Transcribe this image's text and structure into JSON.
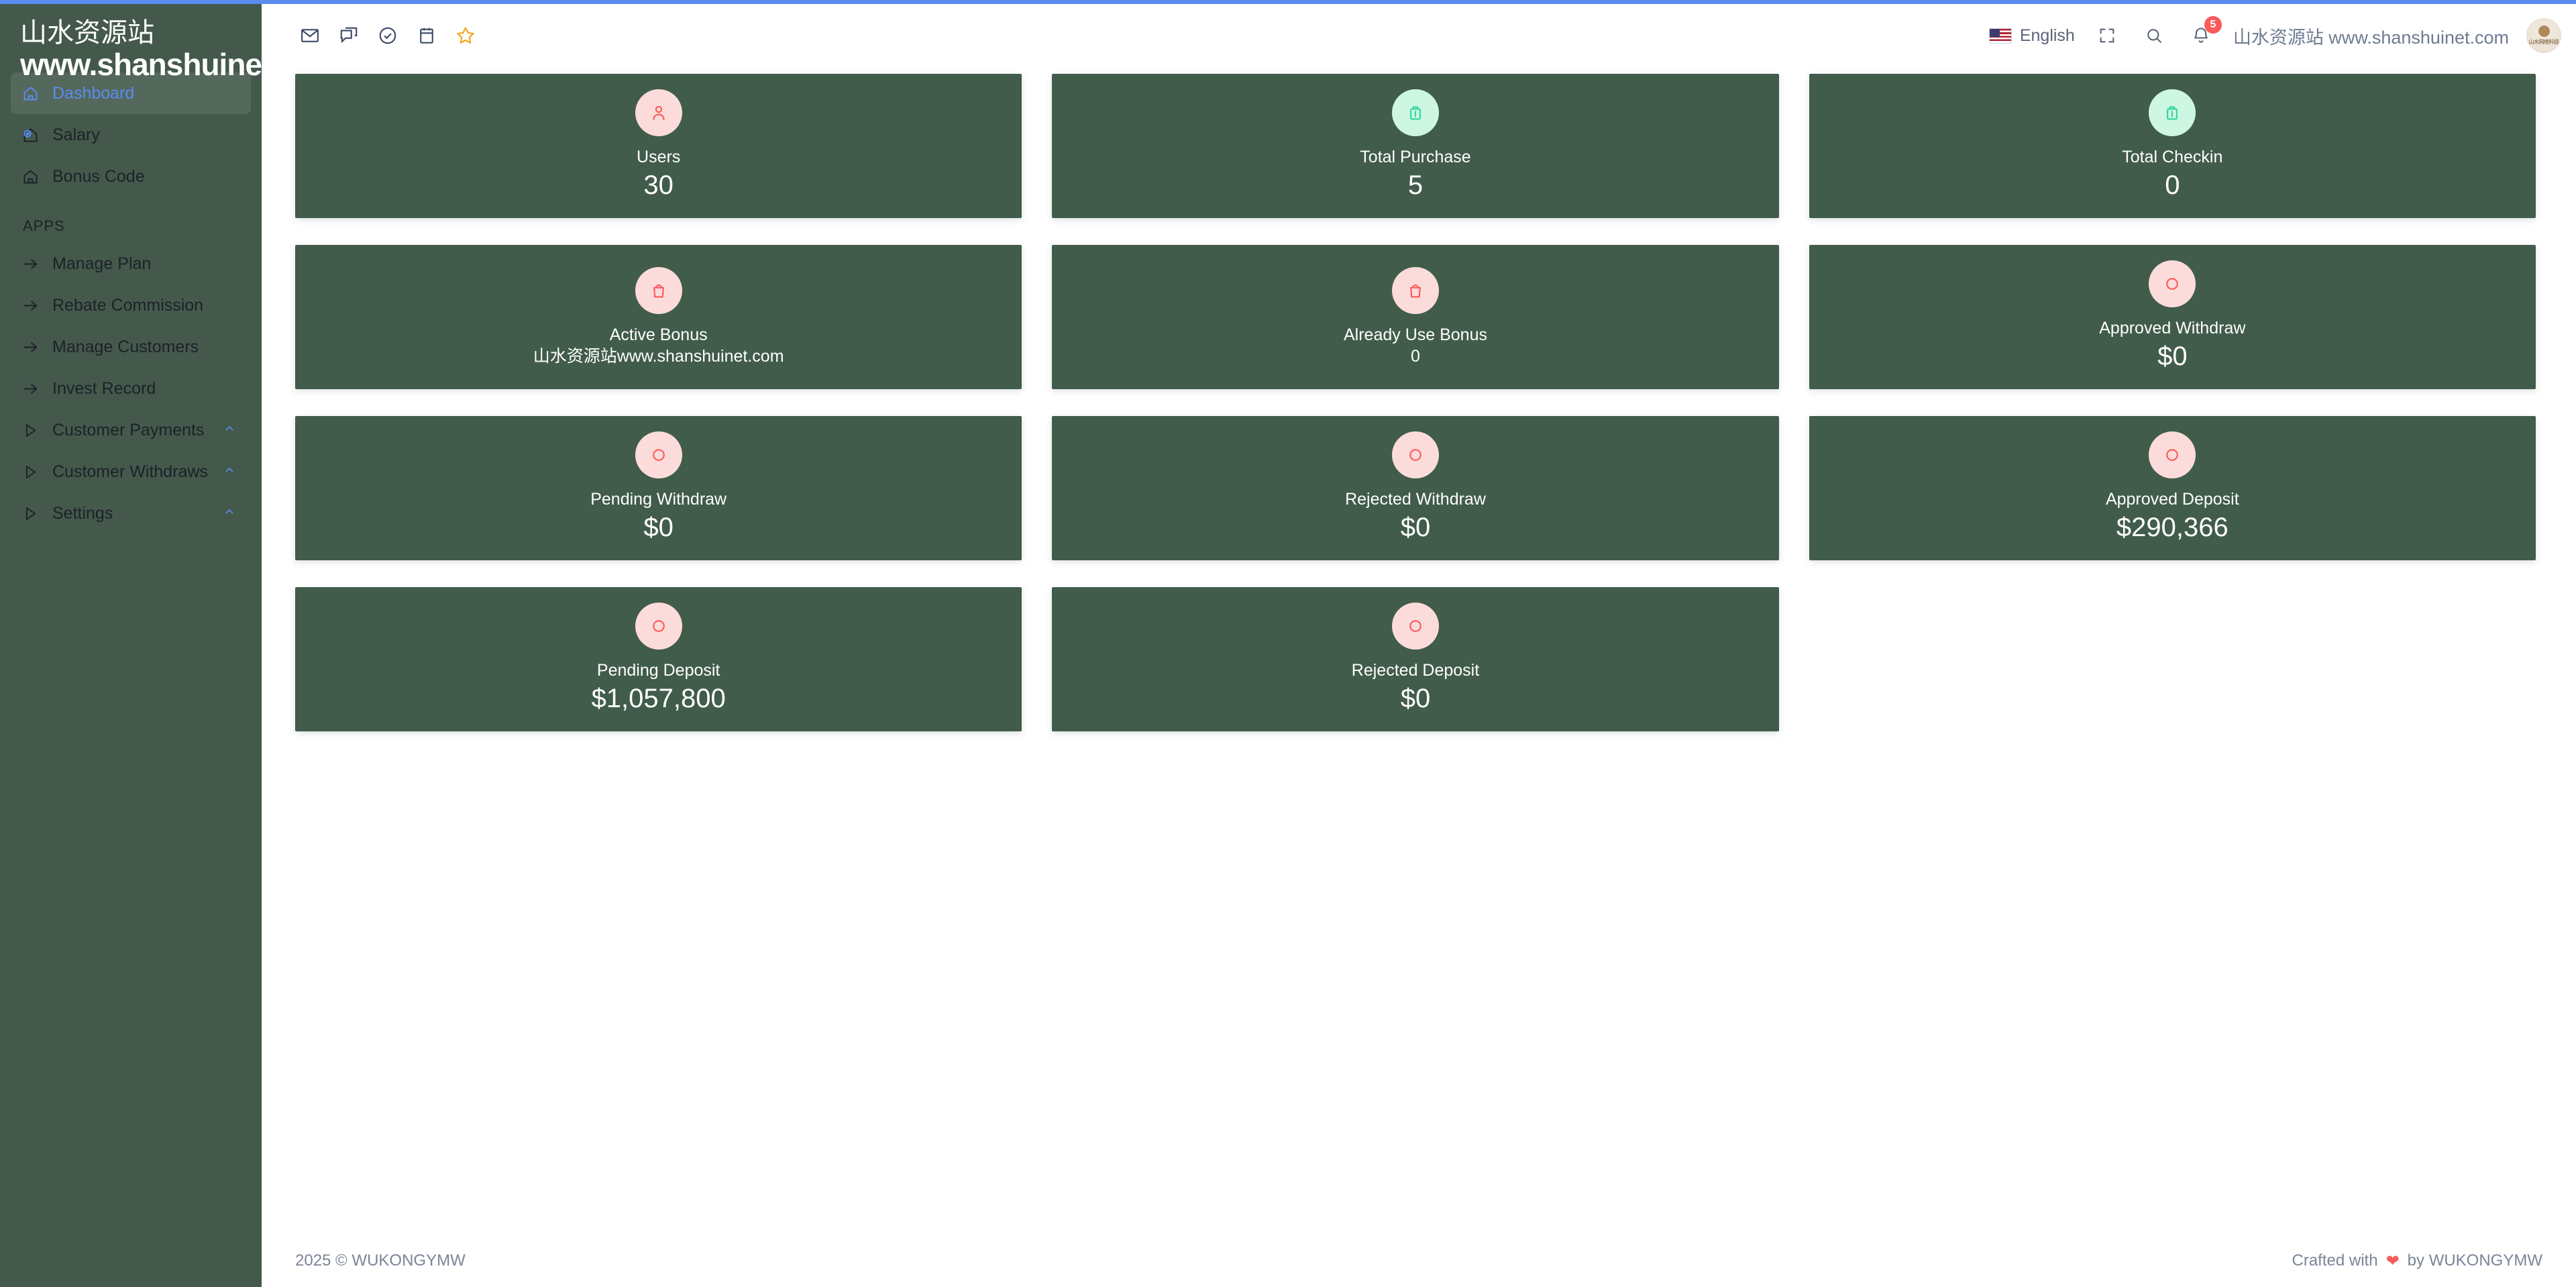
{
  "brand": {
    "name_cn": "山水资源站",
    "url": "www.shanshuinet.c"
  },
  "header": {
    "icons": [
      "mail-icon",
      "chat-icon",
      "check-circle-icon",
      "calendar-icon",
      "star-icon"
    ],
    "language": "English",
    "notification_count": "5",
    "watermark_cn": "山水资源站",
    "watermark_url": "www.shanshuinet.com",
    "avatar_text": "山水网络科技"
  },
  "sidebar": {
    "items": [
      {
        "label": "Dashboard",
        "icon": "home-icon",
        "active": true,
        "caret": false
      },
      {
        "label": "Salary",
        "icon": "target-home-icon",
        "active": false,
        "caret": false
      },
      {
        "label": "Bonus Code",
        "icon": "home-icon",
        "active": false,
        "caret": false
      }
    ],
    "section_label": "APPS",
    "apps": [
      {
        "label": "Manage Plan",
        "icon": "arrow-right-icon",
        "caret": false
      },
      {
        "label": "Rebate Commission",
        "icon": "arrow-right-icon",
        "caret": false
      },
      {
        "label": "Manage Customers",
        "icon": "arrow-right-icon",
        "caret": false
      },
      {
        "label": "Invest Record",
        "icon": "arrow-right-icon",
        "caret": false
      },
      {
        "label": "Customer Payments",
        "icon": "play-triangle-icon",
        "caret": true
      },
      {
        "label": "Customer Withdraws",
        "icon": "play-triangle-icon",
        "caret": true
      },
      {
        "label": "Settings",
        "icon": "play-triangle-icon",
        "caret": true
      }
    ]
  },
  "cards": [
    {
      "title": "Users",
      "value": "30",
      "icon": "person-icon",
      "tone": "pink",
      "size": "large"
    },
    {
      "title": "Total Purchase",
      "value": "5",
      "icon": "briefcase-icon",
      "tone": "green",
      "size": "large"
    },
    {
      "title": "Total Checkin",
      "value": "0",
      "icon": "briefcase-icon",
      "tone": "green",
      "size": "large"
    },
    {
      "title": "Active Bonus",
      "value": "山水资源站www.shanshuinet.com",
      "icon": "shopping-bag-icon",
      "tone": "pink",
      "size": "watermark"
    },
    {
      "title": "Already Use Bonus",
      "value": "0",
      "icon": "shopping-bag-icon",
      "tone": "pink",
      "size": "small"
    },
    {
      "title": "Approved Withdraw",
      "value": "$0",
      "icon": "circle-icon",
      "tone": "pink",
      "size": "large"
    },
    {
      "title": "Pending Withdraw",
      "value": "$0",
      "icon": "circle-icon",
      "tone": "pink",
      "size": "large"
    },
    {
      "title": "Rejected Withdraw",
      "value": "$0",
      "icon": "circle-icon",
      "tone": "pink",
      "size": "large"
    },
    {
      "title": "Approved Deposit",
      "value": "$290,366",
      "icon": "circle-icon",
      "tone": "pink",
      "size": "large"
    },
    {
      "title": "Pending Deposit",
      "value": "$1,057,800",
      "icon": "circle-icon",
      "tone": "pink",
      "size": "large"
    },
    {
      "title": "Rejected Deposit",
      "value": "$0",
      "icon": "circle-icon",
      "tone": "pink",
      "size": "large"
    }
  ],
  "footer": {
    "copyright": "2025 © WUKONGYMW",
    "crafted_prefix": "Crafted with",
    "crafted_suffix": "by WUKONGYMW"
  },
  "colors": {
    "sidebar_green": "#44594c",
    "card_green": "#415c4b",
    "accent_blue": "#5b8def",
    "pink": "#fcdcda",
    "red": "#fa5a5a",
    "green": "#2fd79a",
    "star_orange": "#f5a623"
  }
}
